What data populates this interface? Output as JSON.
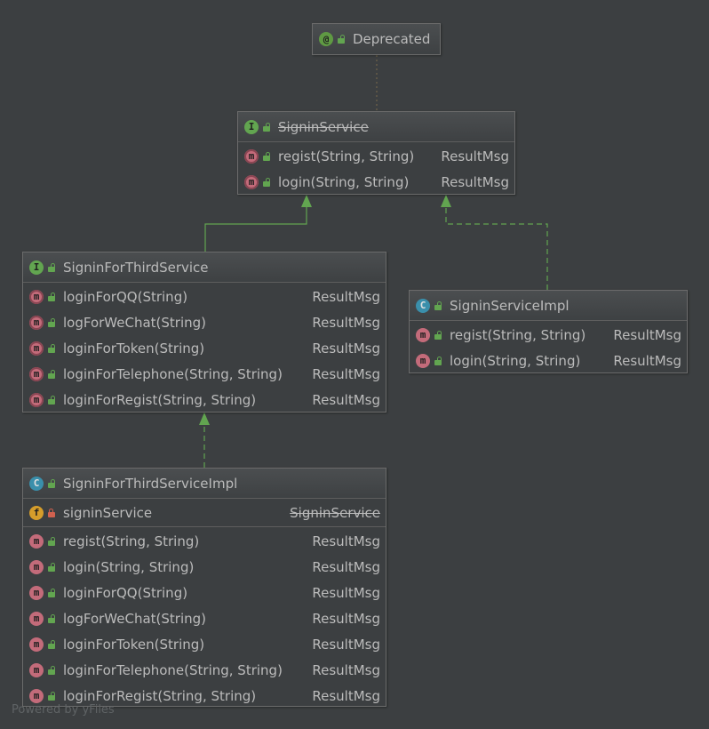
{
  "colors": {
    "background": "#3c3f41",
    "interface_badge": "#62a550",
    "class_badge": "#3a8fab",
    "method_badge": "#c36b7a",
    "field_badge": "#d59d2b",
    "public_lock": "#62a550",
    "private_lock": "#d0614f",
    "arrow": "#62a550",
    "annotation_link": "#7a6a4a"
  },
  "icons": {
    "annotation": "at-sign-icon",
    "interface": "interface-i-icon",
    "class": "class-c-icon",
    "method": "method-m-icon",
    "abstract_method": "abstract-method-m-icon",
    "field": "field-f-icon",
    "public": "open-lock-icon",
    "private": "closed-lock-icon"
  },
  "nodes": {
    "deprecated": {
      "badge": "@",
      "title": "Deprecated"
    },
    "signin_service": {
      "badge": "I",
      "title": "SigninService",
      "methods": [
        {
          "badge": "m",
          "name": "regist(String, String)",
          "type": "ResultMsg"
        },
        {
          "badge": "m",
          "name": "login(String, String)",
          "type": "ResultMsg"
        }
      ]
    },
    "signin_for_third_service": {
      "badge": "I",
      "title": "SigninForThirdService",
      "methods": [
        {
          "badge": "m",
          "name": "loginForQQ(String)",
          "type": "ResultMsg"
        },
        {
          "badge": "m",
          "name": "logForWeChat(String)",
          "type": "ResultMsg"
        },
        {
          "badge": "m",
          "name": "loginForToken(String)",
          "type": "ResultMsg"
        },
        {
          "badge": "m",
          "name": "loginForTelephone(String, String)",
          "type": "ResultMsg"
        },
        {
          "badge": "m",
          "name": "loginForRegist(String, String)",
          "type": "ResultMsg"
        }
      ]
    },
    "signin_service_impl": {
      "badge": "C",
      "title": "SigninServiceImpl",
      "methods": [
        {
          "badge": "m",
          "name": "regist(String, String)",
          "type": "ResultMsg"
        },
        {
          "badge": "m",
          "name": "login(String, String)",
          "type": "ResultMsg"
        }
      ]
    },
    "signin_for_third_service_impl": {
      "badge": "C",
      "title": "SigninForThirdServiceImpl",
      "fields": [
        {
          "badge": "f",
          "name": "signinService",
          "type": "SigninService"
        }
      ],
      "methods": [
        {
          "badge": "m",
          "name": "regist(String, String)",
          "type": "ResultMsg"
        },
        {
          "badge": "m",
          "name": "login(String, String)",
          "type": "ResultMsg"
        },
        {
          "badge": "m",
          "name": "loginForQQ(String)",
          "type": "ResultMsg"
        },
        {
          "badge": "m",
          "name": "logForWeChat(String)",
          "type": "ResultMsg"
        },
        {
          "badge": "m",
          "name": "loginForToken(String)",
          "type": "ResultMsg"
        },
        {
          "badge": "m",
          "name": "loginForTelephone(String, String)",
          "type": "ResultMsg"
        },
        {
          "badge": "m",
          "name": "loginForRegist(String, String)",
          "type": "ResultMsg"
        }
      ]
    }
  },
  "watermark": "Powered by yFiles"
}
